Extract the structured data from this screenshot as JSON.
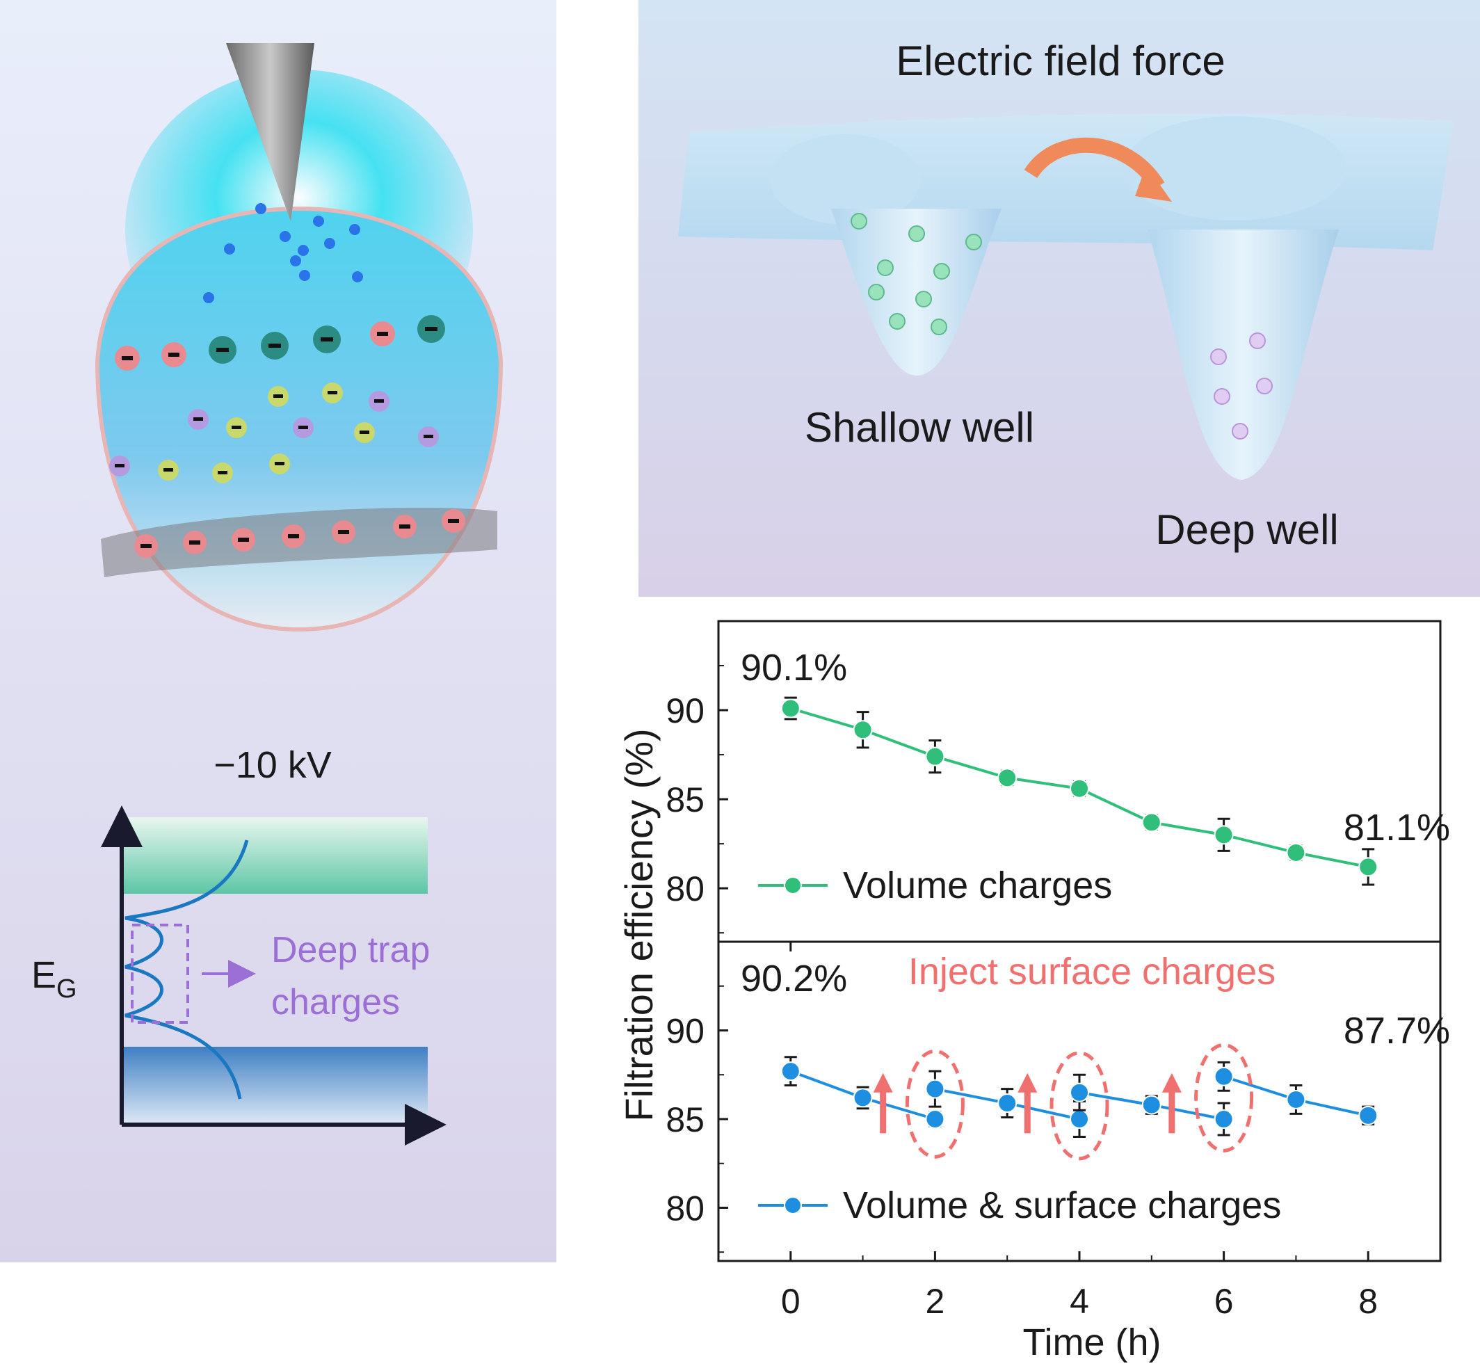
{
  "left_panel": {
    "voltage_label": "−10 kV",
    "band_gap_label": "E",
    "band_gap_subscript": "G",
    "trap_label_line1": "Deep trap",
    "trap_label_line2": "charges",
    "colors": {
      "trap": "#9b6fd6",
      "conduction_band": "#5fc6a6",
      "valence_band": "#3f7fc4",
      "curve": "#1a78c2"
    }
  },
  "top_right_panel": {
    "title": "Electric field force",
    "shallow_label": "Shallow well",
    "deep_label": "Deep well",
    "colors": {
      "arrow": "#f08a5a",
      "shallow_charges": "#8fe0b8",
      "deep_charges": "#c9a9e6"
    }
  },
  "chart_data": [
    {
      "type": "line",
      "panel": "top",
      "series": [
        {
          "name": "Volume charges",
          "color": "#2fbf7a",
          "x": [
            0,
            1,
            2,
            3,
            4,
            5,
            6,
            7,
            8
          ],
          "y": [
            90.1,
            88.9,
            87.4,
            86.2,
            85.6,
            83.7,
            83.0,
            82.0,
            81.2
          ],
          "err": [
            0.6,
            1.0,
            0.9,
            0.4,
            0.4,
            0.4,
            0.9,
            0.4,
            1.0
          ]
        }
      ],
      "annotations": [
        {
          "text": "90.1%"
        },
        {
          "text": "81.1%"
        }
      ],
      "ylim": [
        77,
        95
      ],
      "yticks": [
        80,
        85,
        90
      ]
    },
    {
      "type": "line",
      "panel": "bottom",
      "series": [
        {
          "name": "Volume & surface charges",
          "color": "#1e8fe0",
          "segments": [
            {
              "x": [
                0,
                1,
                2
              ],
              "y": [
                87.7,
                86.2,
                85.0
              ],
              "err": [
                0.8,
                0.6,
                0.4
              ]
            },
            {
              "x": [
                2,
                3,
                4
              ],
              "y": [
                86.7,
                85.9,
                85.0
              ],
              "err": [
                1.0,
                0.8,
                1.0
              ]
            },
            {
              "x": [
                4,
                5,
                6
              ],
              "y": [
                86.5,
                85.8,
                85.0
              ],
              "err": [
                1.0,
                0.5,
                0.9
              ]
            },
            {
              "x": [
                6,
                7,
                8
              ],
              "y": [
                87.4,
                86.1,
                85.2
              ],
              "err": [
                0.8,
                0.8,
                0.5
              ]
            }
          ]
        }
      ],
      "injection_times": [
        2,
        4,
        6
      ],
      "injection_label": "Inject surface charges",
      "annotations": [
        {
          "text": "90.2%"
        },
        {
          "text": "87.7%"
        }
      ],
      "ylim": [
        77,
        95
      ],
      "yticks": [
        80,
        85,
        90
      ],
      "xticks": [
        0,
        2,
        4,
        6,
        8
      ],
      "xlim": [
        -1,
        9
      ]
    }
  ],
  "axes": {
    "ylabel": "Filtration efficiency (%)",
    "xlabel": "Time (h)"
  }
}
